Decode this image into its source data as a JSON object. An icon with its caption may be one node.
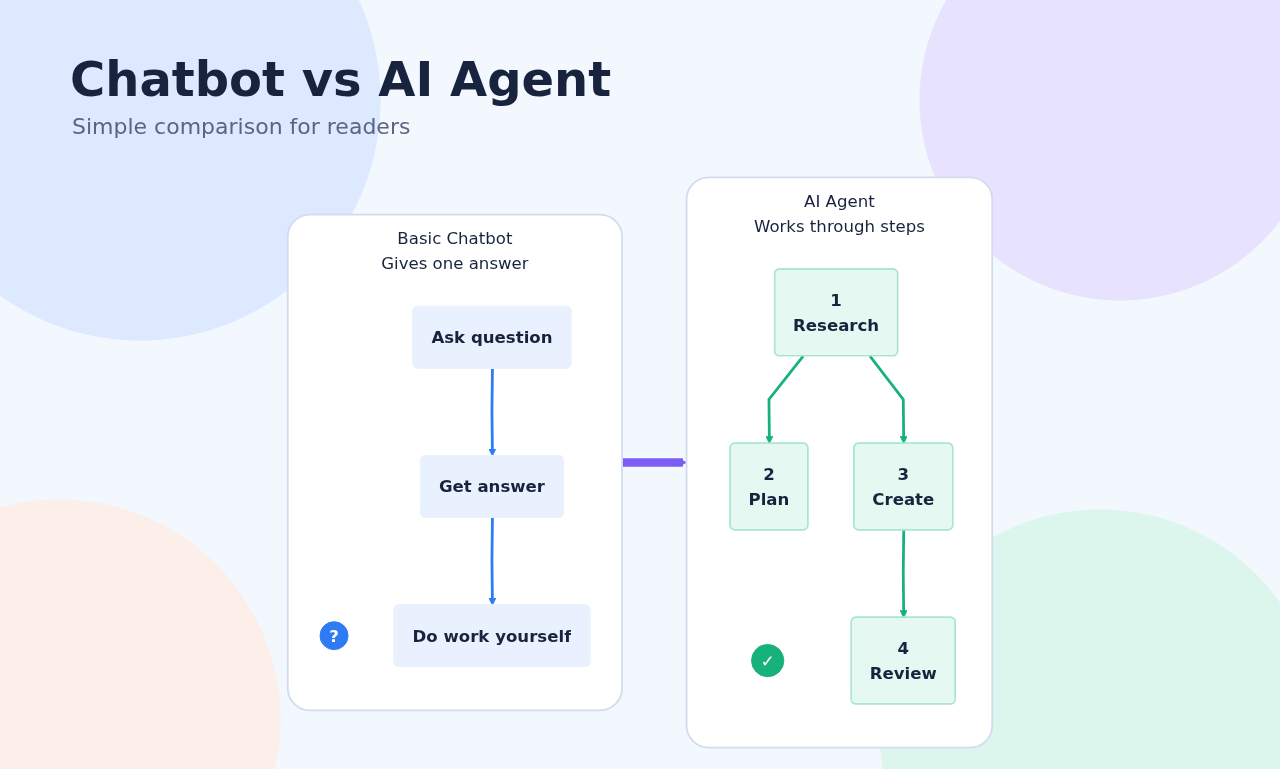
{
  "diagram": {
    "title": "Chatbot vs AI Agent",
    "nodes": [
      {
        "text": [
          "Basic Chatbot",
          "Gives one answer"
        ]
      },
      {
        "text": [
          "?"
        ],
        "in": 0
      },
      {
        "text": [
          "Ask question"
        ],
        "in": 0
      },
      {
        "text": [
          "Get answer"
        ],
        "in": 0
      },
      {
        "text": [
          "Do work yourself"
        ],
        "in": 0
      },
      {
        "text": [
          "AI Agent",
          "Works through steps"
        ]
      },
      {
        "text": [
          "✓"
        ],
        "in": 5
      },
      {
        "text": [
          "1",
          "Research"
        ],
        "in": 5
      },
      {
        "text": [
          "2",
          "Plan"
        ],
        "in": 5
      },
      {
        "text": [
          "3",
          "Create"
        ],
        "in": 5
      },
      {
        "text": [
          "4",
          "Review"
        ],
        "in": 5
      }
    ],
    "edges": [
      {
        "from": 2,
        "to": 3,
        "arrow": "to",
        "color": "#2f7bf6"
      },
      {
        "from": 3,
        "to": 4,
        "arrow": "to",
        "color": "#2f7bf6"
      },
      {
        "from": 0,
        "to": 5,
        "arrow": "to",
        "style": "thick",
        "color": "#7b5cf6"
      },
      {
        "from": 7,
        "to": 8,
        "arrow": "to",
        "color": "#16b27a"
      },
      {
        "from": 7,
        "to": 9,
        "arrow": "to",
        "color": "#16b27a"
      },
      {
        "from": 9,
        "to": 10,
        "arrow": "to",
        "color": "#16b27a"
      }
    ],
    "labels": [
      "Simple comparison for readers"
    ]
  }
}
